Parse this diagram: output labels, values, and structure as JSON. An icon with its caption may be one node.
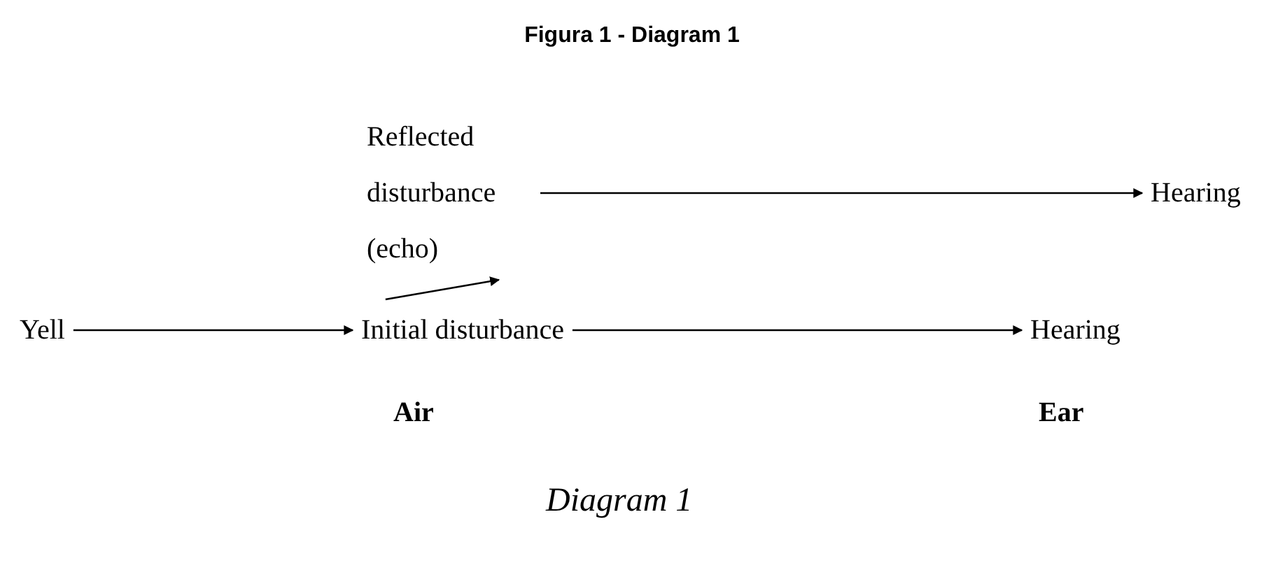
{
  "diagram": {
    "title": "Figura 1 - Diagram 1",
    "caption": "Diagram 1",
    "nodes": [
      {
        "text": [
          "Reflected disturbance (echo)"
        ]
      },
      {
        "text": [
          "Hearing"
        ]
      },
      {
        "text": [
          "Yell"
        ]
      },
      {
        "text": [
          "Initial disturbance"
        ]
      },
      {
        "text": [
          "Hearing"
        ]
      }
    ],
    "edges": [
      {
        "from": 0,
        "to": 1,
        "arrow": "to"
      },
      {
        "from": 2,
        "to": 3,
        "arrow": "to"
      },
      {
        "from": 3,
        "to": 0,
        "arrow": "to"
      },
      {
        "from": 3,
        "to": 4,
        "arrow": "to"
      }
    ],
    "labels": [
      "Air",
      "Ear"
    ]
  }
}
